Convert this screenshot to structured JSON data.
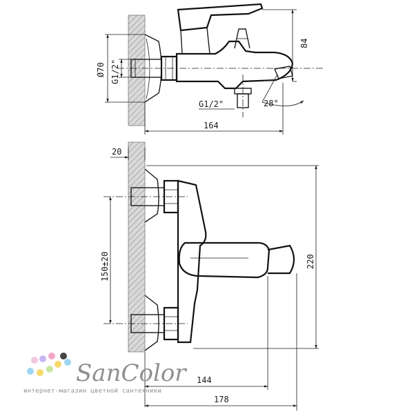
{
  "dimensions": {
    "height_84": "84",
    "depth_164": "164",
    "flange_dia": "Ø70",
    "thread_top": "G1/2\"",
    "thread_bottom": "G1/2\"",
    "spout_angle": "28°",
    "wall_offset": "20",
    "center_distance": "150±20",
    "width_220": "220",
    "depth_144": "144",
    "depth_178": "178"
  },
  "brand": {
    "name": "SanColor",
    "tagline": "интернет-магазин цветной сантехники",
    "dot_colors": [
      "#f3c8e0",
      "#c9b6f0",
      "#f7d96a",
      "#9fd7f2",
      "#c8e6a0",
      "#f2a6c8",
      "#444444"
    ]
  }
}
